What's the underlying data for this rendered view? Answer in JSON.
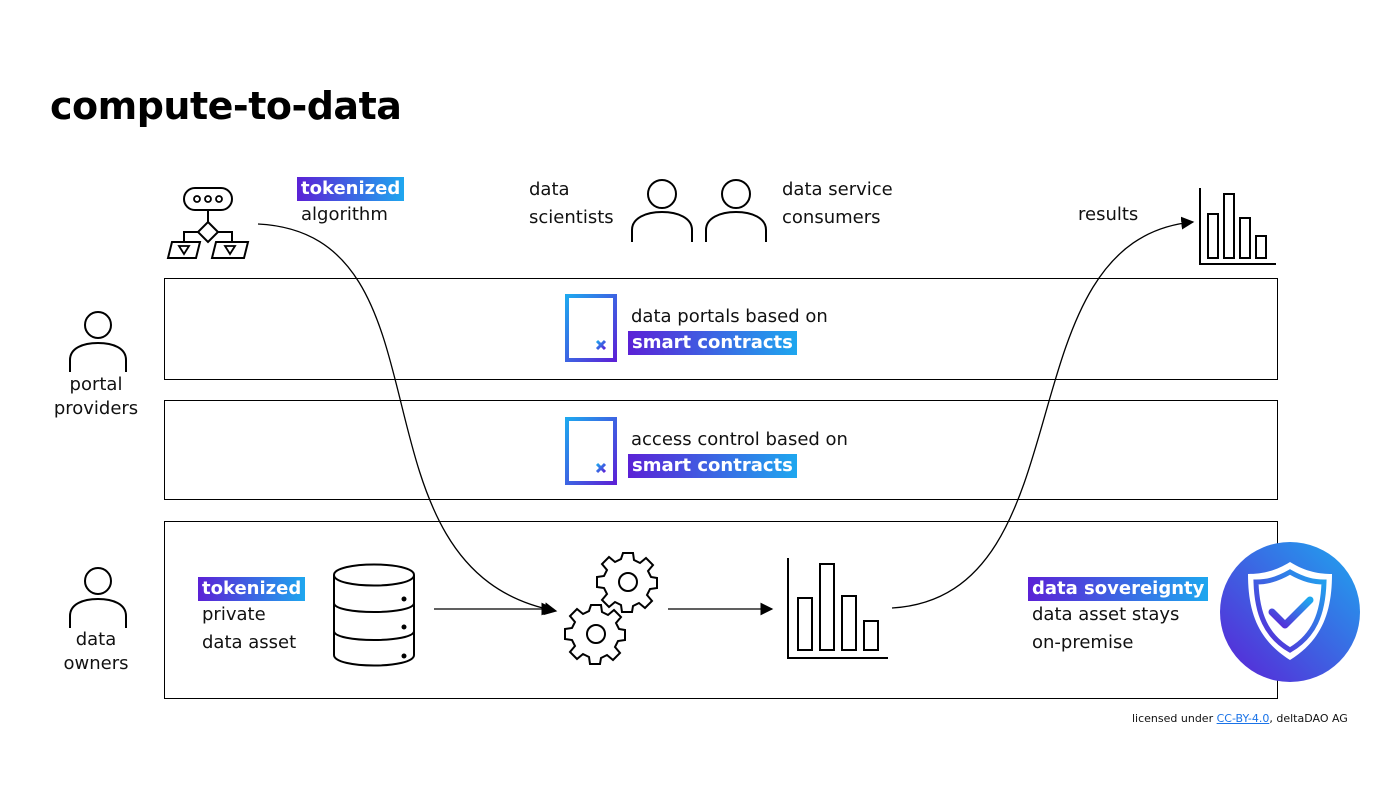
{
  "title": "compute-to-data",
  "top_row": {
    "algorithm": {
      "badge": "tokenized",
      "label": "algorithm"
    },
    "data_scientists": [
      "data",
      "scientists"
    ],
    "data_service_consumers": [
      "data service",
      "consumers"
    ],
    "results": "results"
  },
  "side_labels": {
    "portal_providers": [
      "portal",
      "providers"
    ],
    "data_owners": [
      "data",
      "owners"
    ]
  },
  "bands": {
    "portals": {
      "text": "data portals based on",
      "badge": "smart contracts"
    },
    "access": {
      "text": "access control based on",
      "badge": "smart contracts"
    }
  },
  "owner_band": {
    "asset": {
      "badge": "tokenized",
      "lines": [
        "private",
        "data asset"
      ]
    },
    "sovereignty": {
      "badge": "data sovereignty",
      "lines": [
        "data asset stays",
        "on-premise"
      ]
    }
  },
  "license": {
    "prefix": "licensed under",
    "link": "CC-BY-4.0",
    "suffix": ", deltaDAO AG"
  },
  "colors": {
    "gradient_start": "#5b21d6",
    "gradient_end": "#1ea7ef"
  },
  "icons": [
    "flowchart-icon",
    "person-icon",
    "contract-icon",
    "database-icon",
    "gears-icon",
    "bar-chart-icon",
    "shield-check-icon"
  ]
}
